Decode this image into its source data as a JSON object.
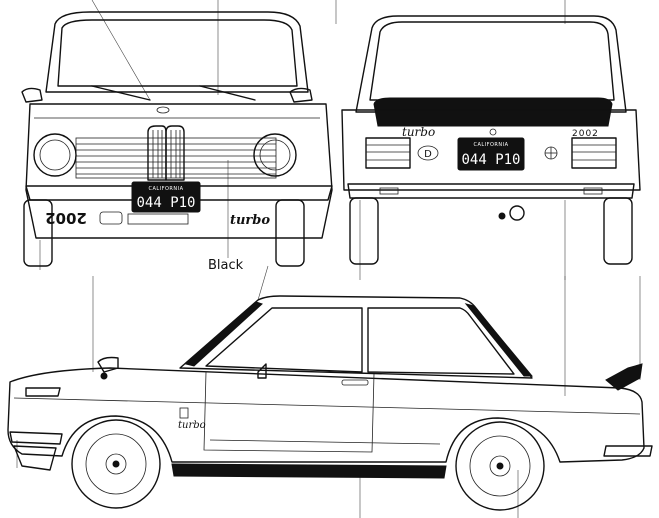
{
  "callout": {
    "text": "Black"
  },
  "front_view": {
    "plate_state": "CALIFORNIA",
    "plate_number": "044 P10",
    "apron_badge": "2002",
    "apron_script": "turbo"
  },
  "rear_view": {
    "plate_state": "CALIFORNIA",
    "plate_number": "044 P10",
    "deck_script": "turbo",
    "deck_model": "2002",
    "country_badge": "D"
  },
  "side_view": {
    "fender_script": "turbo"
  },
  "colors": {
    "ink": "#111111",
    "paper": "#ffffff"
  }
}
